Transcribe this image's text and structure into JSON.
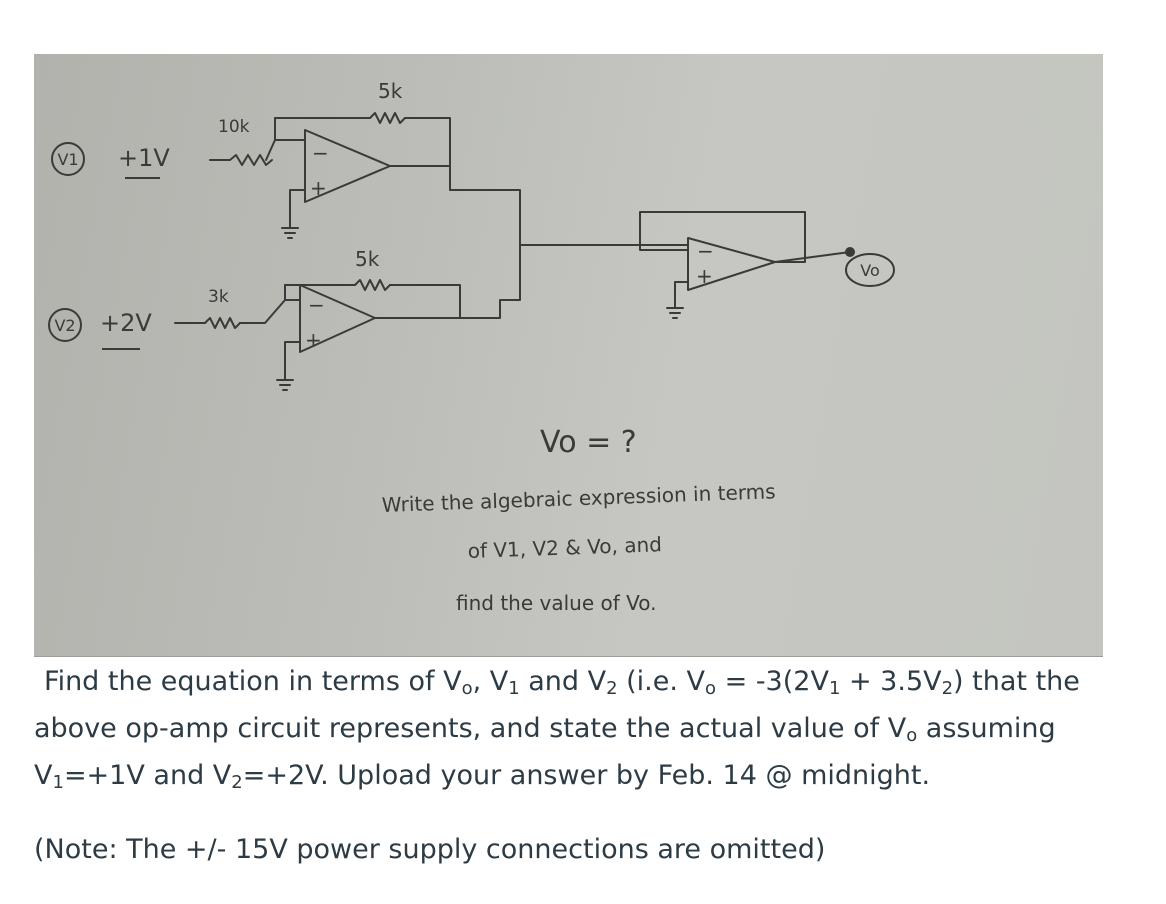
{
  "figure": {
    "v1_tag": "V1",
    "v1_source": "+1V",
    "r1_label": "10k",
    "rf1_label": "5k",
    "v2_tag": "V2",
    "v2_source": "+2V",
    "r2_label": "3k",
    "rf2_label": "5k",
    "vo_tag": "Vo",
    "eq": "Vo = ?",
    "note_line1": "Write the algebraic expression in terms",
    "note_line2": "of V1, V2 & Vo, and",
    "note_line3": "find the value of Vo."
  },
  "question": {
    "p1": {
      "t1": "Find the equation in terms of V",
      "s1": "o",
      "t2": ", V",
      "s2": "1",
      "t3": " and V",
      "s3": "2",
      "t4": " (i.e. V",
      "s4": "o",
      "t5": " = -3(2V",
      "s5": "1",
      "t6": " + 3.5V",
      "s6": "2",
      "t7": ") that the",
      "t8": "above op-amp circuit represents, and state the actual value of V",
      "s8": "o",
      "t9": " assuming",
      "t10": "V",
      "s10": "1",
      "t11": "=+1V and  V",
      "s11": "2",
      "t12": "=+2V. Upload your answer by Feb. 14 @ midnight."
    },
    "note": "(Note: The +/- 15V power supply connections are omitted)"
  }
}
